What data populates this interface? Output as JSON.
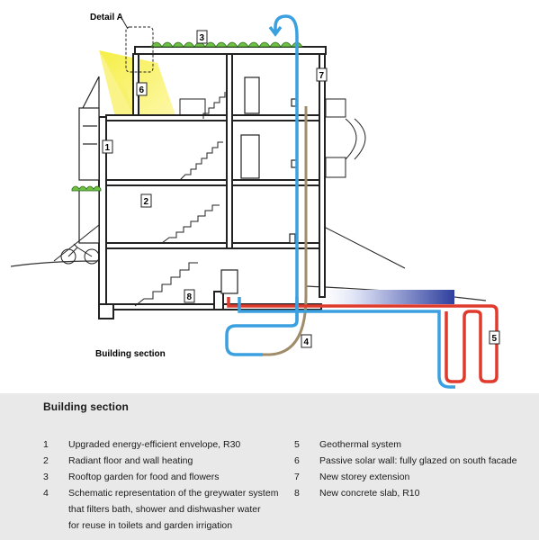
{
  "diagram": {
    "detail_label": "Detail A",
    "section_caption": "Building section",
    "callouts": {
      "c1": "1",
      "c2": "2",
      "c3": "3",
      "c4": "4",
      "c5": "5",
      "c6": "6",
      "c7": "7",
      "c8": "8"
    }
  },
  "legend": {
    "title": "Building section",
    "items": [
      {
        "num": "1",
        "lines": [
          "Upgraded energy-efficient envelope, R30"
        ]
      },
      {
        "num": "2",
        "lines": [
          "Radiant floor and wall heating"
        ]
      },
      {
        "num": "3",
        "lines": [
          "Rooftop garden for food and flowers"
        ]
      },
      {
        "num": "4",
        "lines": [
          "Schematic representation of the greywater system",
          "that filters bath, shower and dishwasher water",
          "for reuse in toilets and garden irrigation"
        ]
      },
      {
        "num": "5",
        "lines": [
          "Geothermal system"
        ]
      },
      {
        "num": "6",
        "lines": [
          "Passive solar wall: fully glazed on south facade"
        ]
      },
      {
        "num": "7",
        "lines": [
          "New storey extension"
        ]
      },
      {
        "num": "8",
        "lines": [
          "New concrete slab, R10"
        ]
      }
    ]
  }
}
